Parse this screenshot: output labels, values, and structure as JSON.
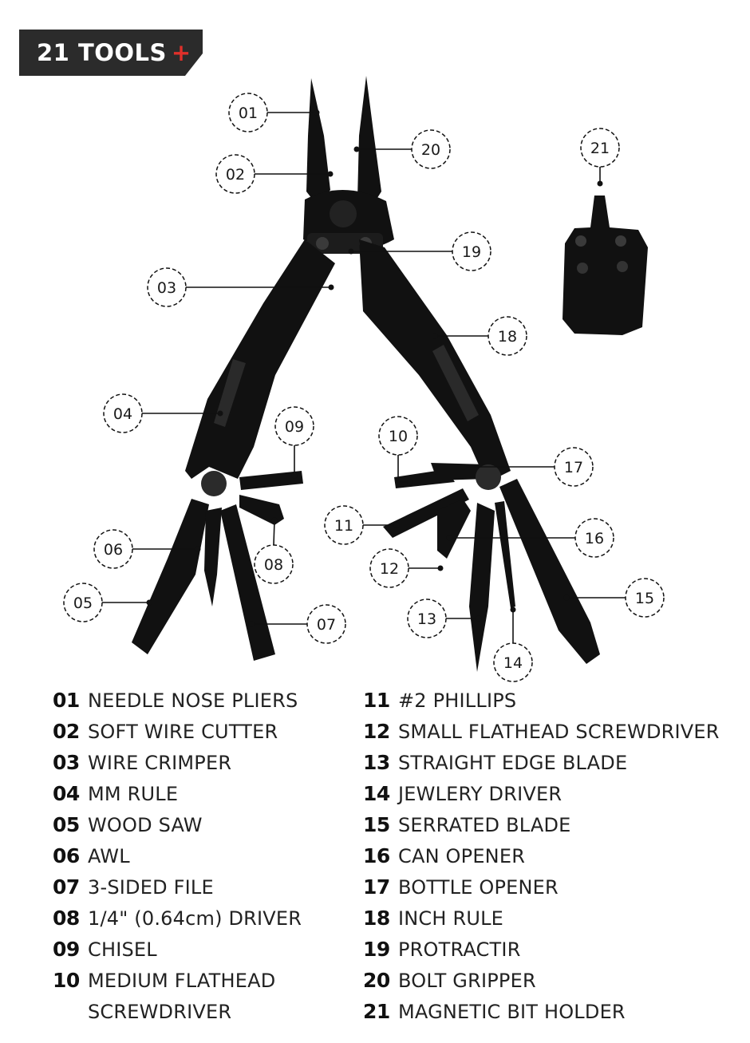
{
  "badge": {
    "title": "21 TOOLS",
    "plus": "+"
  },
  "callouts": [
    "01",
    "02",
    "03",
    "04",
    "05",
    "06",
    "07",
    "08",
    "09",
    "10",
    "11",
    "12",
    "13",
    "14",
    "15",
    "16",
    "17",
    "18",
    "19",
    "20",
    "21"
  ],
  "legend_left": [
    {
      "num": "01",
      "label": "NEEDLE NOSE PLIERS"
    },
    {
      "num": "02",
      "label": "SOFT WIRE CUTTER"
    },
    {
      "num": "03",
      "label": "WIRE CRIMPER"
    },
    {
      "num": "04",
      "label": "MM RULE"
    },
    {
      "num": "05",
      "label": "WOOD SAW"
    },
    {
      "num": "06",
      "label": "AWL"
    },
    {
      "num": "07",
      "label": "3-SIDED FILE"
    },
    {
      "num": "08",
      "label": "1/4\" (0.64cm) DRIVER"
    },
    {
      "num": "09",
      "label": "CHISEL"
    },
    {
      "num": "10",
      "label": "MEDIUM FLATHEAD SCREWDRIVER"
    }
  ],
  "legend_right": [
    {
      "num": "11",
      "label": "#2 PHILLIPS"
    },
    {
      "num": "12",
      "label": "SMALL FLATHEAD SCREWDRIVER"
    },
    {
      "num": "13",
      "label": "STRAIGHT EDGE BLADE"
    },
    {
      "num": "14",
      "label": "JEWLERY DRIVER"
    },
    {
      "num": "15",
      "label": "SERRATED BLADE"
    },
    {
      "num": "16",
      "label": "CAN OPENER"
    },
    {
      "num": "17",
      "label": "BOTTLE OPENER"
    },
    {
      "num": "18",
      "label": "INCH RULE"
    },
    {
      "num": "19",
      "label": "PROTRACTIR"
    },
    {
      "num": "20",
      "label": "BOLT GRIPPER"
    },
    {
      "num": "21",
      "label": "MAGNETIC BIT HOLDER"
    }
  ],
  "colors": {
    "badge_bg": "#2b2b2b",
    "accent": "#e0302a",
    "tool": "#111111"
  }
}
